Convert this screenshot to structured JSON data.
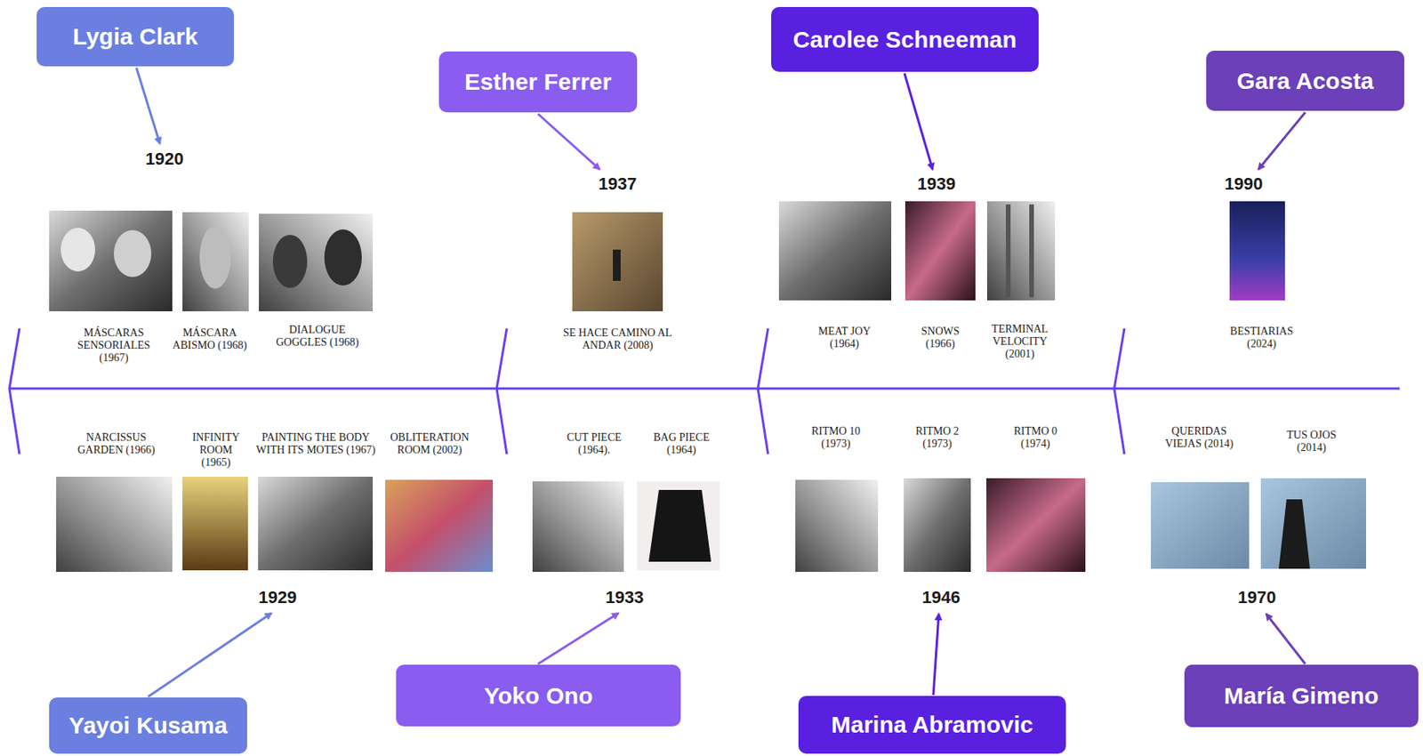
{
  "diagram": {
    "nodes": [
      {
        "text": [
          "Lygia Clark"
        ]
      },
      {
        "text": [
          "Esther Ferrer"
        ]
      },
      {
        "text": [
          "Carolee Schneeman"
        ]
      },
      {
        "text": [
          "Gara Acosta"
        ]
      },
      {
        "text": [
          "Yayoi Kusama"
        ]
      },
      {
        "text": [
          "Yoko Ono"
        ]
      },
      {
        "text": [
          "Marina Abramovic"
        ]
      },
      {
        "text": [
          "María Gimeno"
        ]
      }
    ],
    "labels": [
      "1920",
      "MÁSCARAS SENSORIALES (1967)",
      "MÁSCARA ABISMO (1968)",
      "DIALOGUE GOGGLES (1968)",
      "1937",
      "SE HACE CAMINO AL ANDAR (2008)",
      "1939",
      "MEAT JOY (1964)",
      "SNOWS (1966)",
      "TERMINAL VELOCITY (2001)",
      "1990",
      "BESTIARIAS (2024)",
      "NARCISSUS GARDEN (1966)",
      "INFINITY ROOM (1965)",
      "PAINTING THE BODY WITH ITS MOTES (1967)",
      "OBLITERATION ROOM (2002)",
      "1929",
      "CUT PIECE (1964).",
      "BAG PIECE (1964)",
      "1933",
      "RITMO 10 (1973)",
      "RITMO 2 (1973)",
      "RITMO 0 (1974)",
      "1946",
      "QUERIDAS VIEJAS (2014)",
      "TUS OJOS (2014)",
      "1970"
    ]
  }
}
